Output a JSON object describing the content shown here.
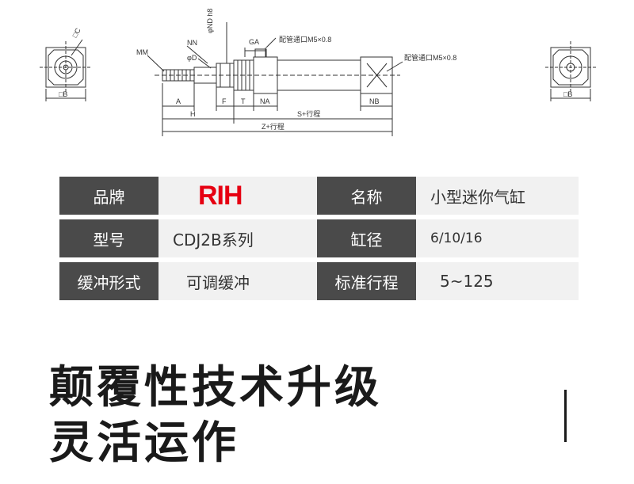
{
  "drawing": {
    "labels": {
      "c": "□C",
      "b_left": "□B",
      "b_right": "□B",
      "mm": "MM",
      "nn": "NN",
      "nd": "φND h8",
      "d": "φD",
      "ga": "GA",
      "port1": "配管通口M5×0.8",
      "port2": "配管通口M5×0.8",
      "a": "A",
      "f": "F",
      "t": "T",
      "na": "NA",
      "nb": "NB",
      "h": "H",
      "s": "S+行程",
      "z": "Z+行程"
    }
  },
  "specs": [
    {
      "label": "品牌",
      "value": "RIH",
      "label2": "名称",
      "value2": "小型迷你气缸"
    },
    {
      "label": "型号",
      "value": "CDJ2B系列",
      "label2": "缸径",
      "value2": "6/10/16"
    },
    {
      "label": "缓冲形式",
      "value": "可调缓冲",
      "label2": "标准行程",
      "value2": "5~125"
    }
  ],
  "slogan": {
    "line1": "颠覆性技术升级",
    "line2": "灵活运作"
  }
}
